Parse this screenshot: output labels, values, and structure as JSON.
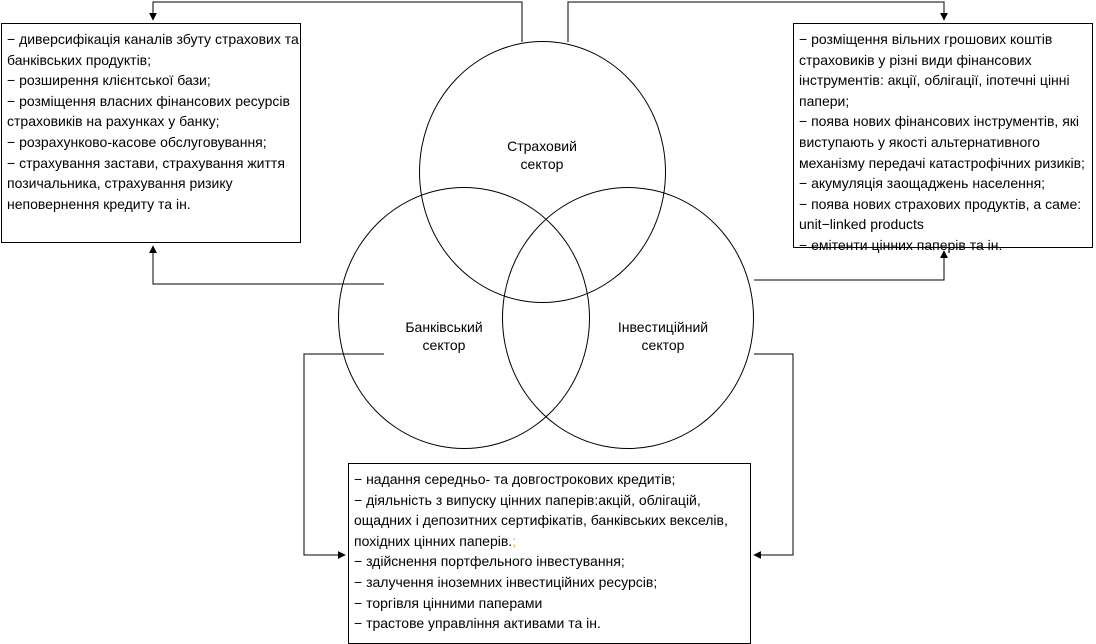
{
  "sectors": {
    "insurance": [
      "Страховий",
      "сектор"
    ],
    "banking": [
      "Банківський",
      "сектор"
    ],
    "investment": [
      "Інвестиційний",
      "сектор"
    ]
  },
  "boxes": {
    "left": [
      "− диверсифікація каналів збуту страхових та",
      "банківських продуктів;",
      "− розширення клієнтської бази;",
      "− розміщення власних фінансових ресурсів",
      "страховиків на рахунках у банку;",
      "− розрахунково-касове обслуговування;",
      "− страхування застави, страхування життя",
      "позичальника, страхування ризику",
      "неповернення кредиту та ін."
    ],
    "right": [
      "− розміщення вільних грошових коштів",
      "страховиків у різні види фінансових",
      "інструментів: акції, облігації, іпотечні цінні",
      "папери;",
      "− поява нових фінансових інструментів, які",
      "виступають у якості альтернативного",
      "механізму передачі катастрофічних ризиків;",
      "− акумуляція заощаджень населення;",
      "− поява нових страхових продуктів, а саме:",
      "unit−linked products",
      "− емітенти цінних паперів та ін."
    ],
    "bottom": [
      "− надання середньо- та довгострокових кредитів;",
      "− діяльність з випуску цінних паперів:акцій, облігацій,",
      "ощадних і депозитних сертифікатів, банківських векселів,",
      "похідних цінних паперів.",
      "− здійснення портфельного інвестування;",
      "− залучення іноземних інвестиційних ресурсів;",
      "− торгівля цінними паперами",
      "− трастове управління активами та ін."
    ],
    "bottom_stray_mark": ";"
  },
  "colors": {
    "line": "#000000",
    "background": "#ffffff",
    "stray_mark": "#f0b400"
  }
}
